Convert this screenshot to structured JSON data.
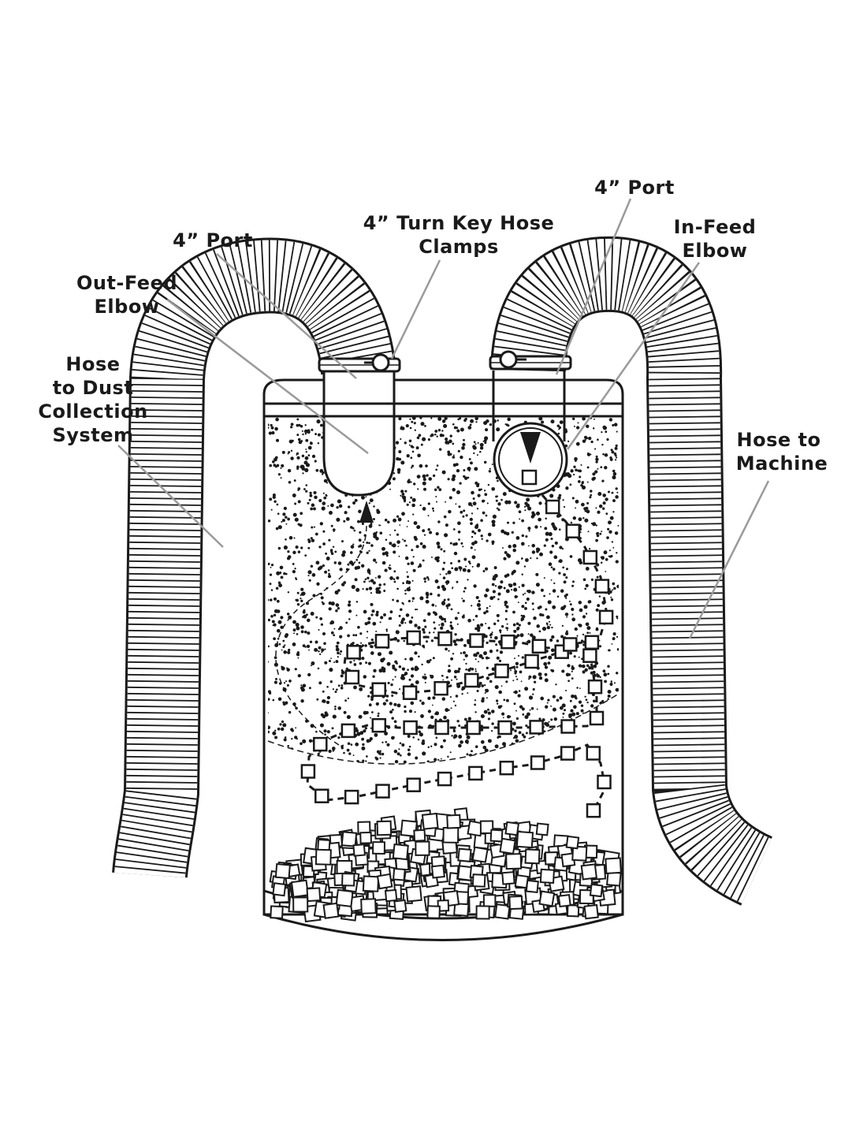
{
  "labels": {
    "port_left": "4” Port",
    "clamps_line1": "4” Turn Key Hose",
    "clamps_line2": "Clamps",
    "port_right": "4” Port",
    "infeed_line1": "In-Feed",
    "infeed_line2": "Elbow",
    "outfeed_line1": "Out-Feed",
    "outfeed_line2": "Elbow",
    "hose_dust_line1": "Hose",
    "hose_dust_line2": "to Dust",
    "hose_dust_line3": "Collection",
    "hose_dust_line4": "System",
    "hose_machine_line1": "Hose to",
    "hose_machine_line2": "Machine"
  },
  "colors": {
    "stroke": "#1a1a1a",
    "leader": "#9a9a9a",
    "background": "#ffffff"
  }
}
